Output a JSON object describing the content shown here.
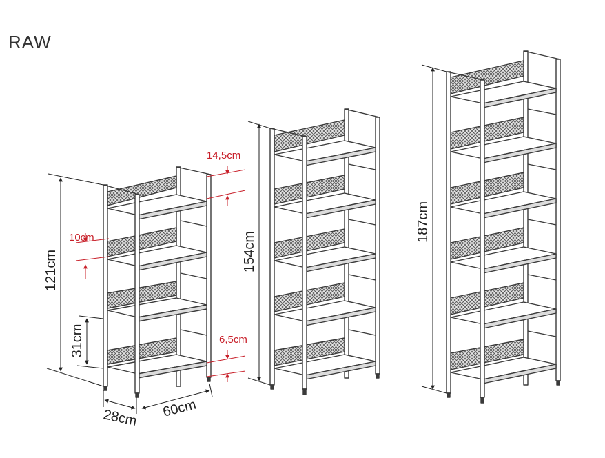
{
  "title": "RAW",
  "colors": {
    "line": "#3a3a3a",
    "dimension": "#222222",
    "detail": "#c8202a",
    "mesh": "#555555"
  },
  "small_shelf": {
    "height": "121cm",
    "depth": "28cm",
    "width": "60cm",
    "gap": "31cm",
    "top_clearance": "14,5cm",
    "panel_height": "10cm",
    "bottom_clearance": "6,5cm"
  },
  "medium_shelf": {
    "height": "154cm"
  },
  "tall_shelf": {
    "height": "187cm"
  }
}
